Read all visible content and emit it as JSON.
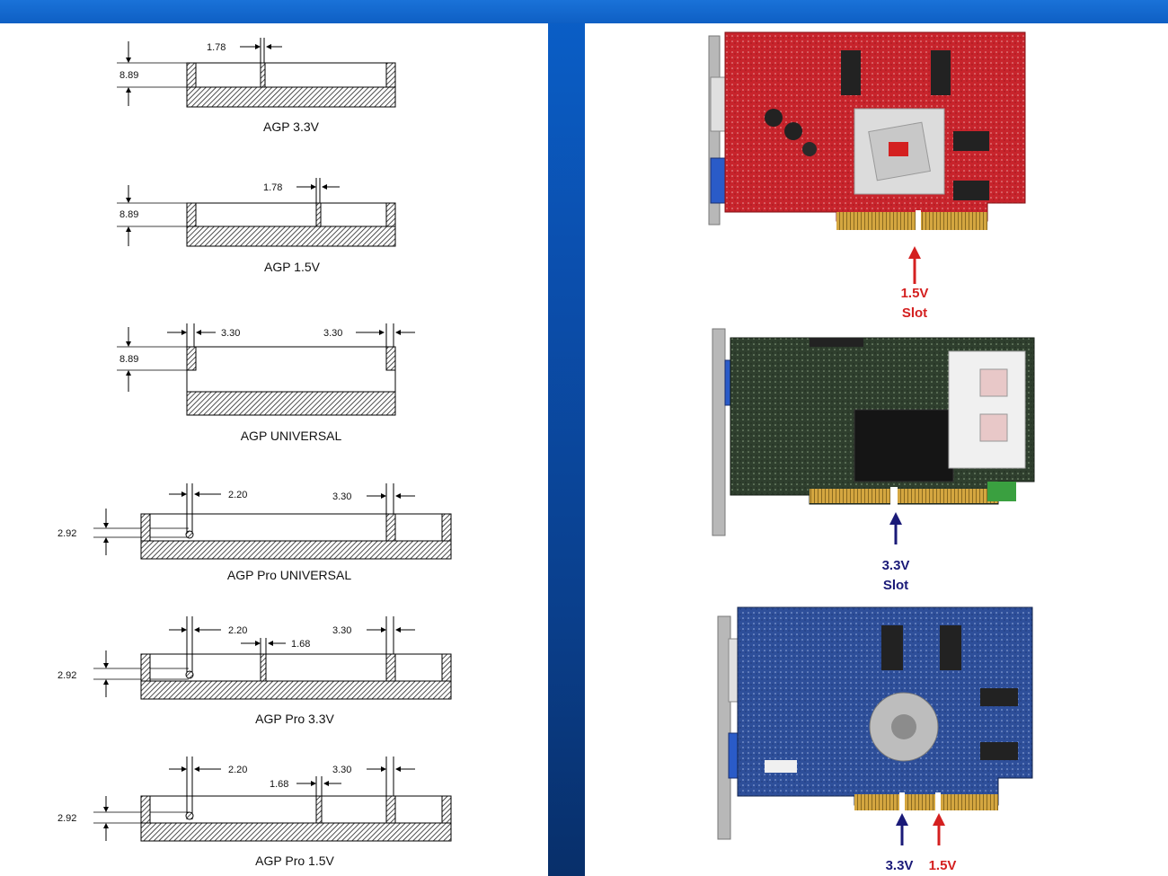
{
  "colors": {
    "accent_red": "#d42020",
    "accent_blue": "#1a1a78",
    "board_red": "#c8242c",
    "board_green": "#2f3f2e",
    "board_blue": "#2e4f9a"
  },
  "diagrams": [
    {
      "title": "AGP 3.3V",
      "dims": {
        "height": "8.89",
        "a": "1.78"
      }
    },
    {
      "title": "AGP 1.5V",
      "dims": {
        "height": "8.89",
        "a": "1.78"
      }
    },
    {
      "title": "AGP UNIVERSAL",
      "dims": {
        "height": "8.89",
        "a": "3.30",
        "b": "3.30"
      }
    },
    {
      "title": "AGP Pro UNIVERSAL",
      "dims": {
        "height": "2.92",
        "a": "2.20",
        "b": "3.30"
      }
    },
    {
      "title": "AGP Pro 3.3V",
      "dims": {
        "height": "2.92",
        "a": "2.20",
        "b": "3.30",
        "c": "1.68"
      }
    },
    {
      "title": "AGP Pro 1.5V",
      "dims": {
        "height": "2.92",
        "a": "2.20",
        "b": "3.30",
        "c": "1.68"
      }
    }
  ],
  "cards": [
    {
      "kind": "red-board",
      "labels": [
        "1.5V",
        "Slot"
      ]
    },
    {
      "kind": "green-board",
      "labels": [
        "3.3V",
        "Slot"
      ]
    },
    {
      "kind": "blue-board",
      "labels": [
        "3.3V",
        "1.5V"
      ]
    }
  ]
}
